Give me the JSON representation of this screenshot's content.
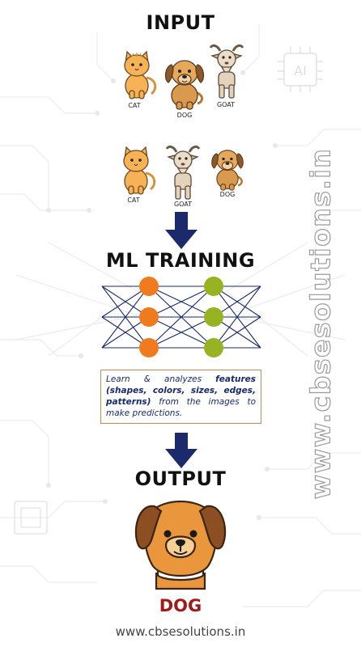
{
  "headings": {
    "input": "INPUT",
    "training": "ML TRAINING",
    "output": "OUTPUT"
  },
  "input_row1": [
    {
      "label": "CAT",
      "icon": "cat-icon"
    },
    {
      "label": "DOG",
      "icon": "dog-icon"
    },
    {
      "label": "GOAT",
      "icon": "goat-icon"
    }
  ],
  "input_row2": [
    {
      "label": "CAT",
      "icon": "cat-icon"
    },
    {
      "label": "GOAT",
      "icon": "goat-icon"
    },
    {
      "label": "DOG",
      "icon": "dog-icon"
    }
  ],
  "ai_chip_label": "AI",
  "network": {
    "input_nodes": 3,
    "output_nodes": 3,
    "input_color": "#f07a1e",
    "output_color": "#97b322",
    "edge_color": "#1a2a6b"
  },
  "description": {
    "part1": "Learn & analyzes ",
    "bold": "features (shapes, colors, sizes, edges, patterns)",
    "part2": " from the images to make predictions."
  },
  "output_label": "DOG",
  "watermark": "www.cbsesolutions.in",
  "footer": "www.cbsesolutions.in",
  "colors": {
    "arrow": "#1a2a6b",
    "output_label": "#a11a1a",
    "text_box_border": "#c88a54"
  }
}
